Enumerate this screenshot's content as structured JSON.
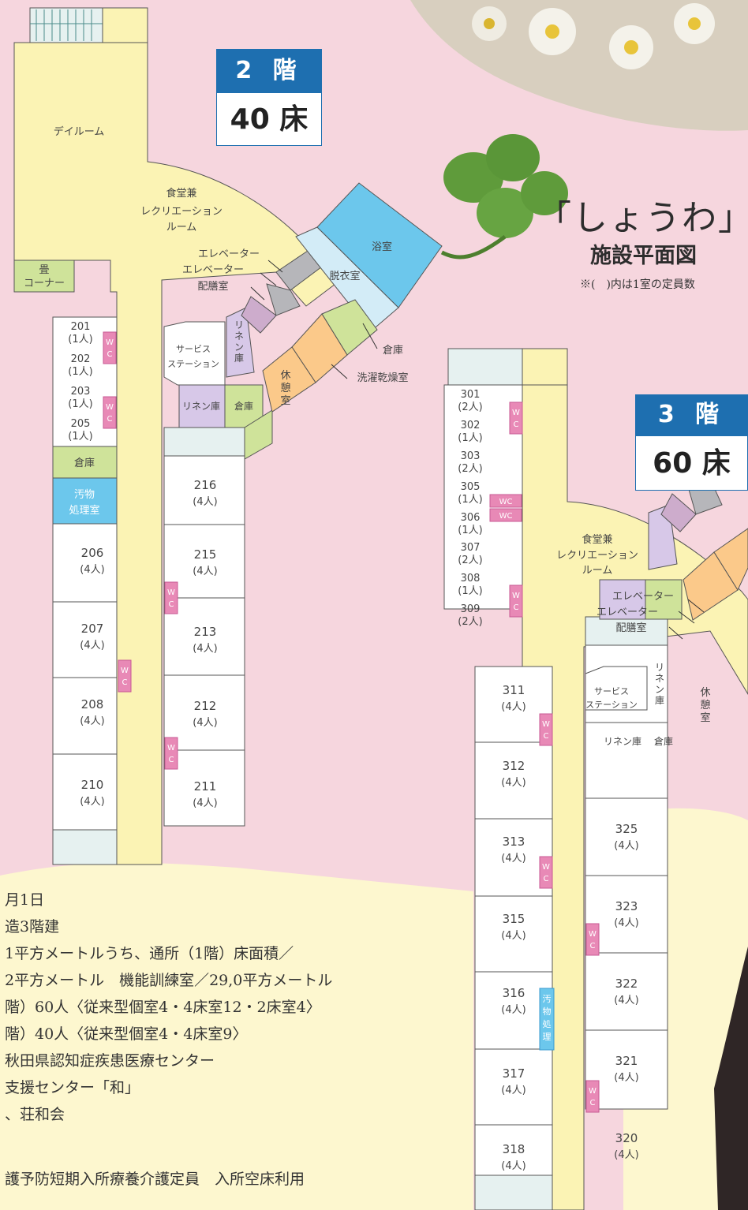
{
  "floor2": {
    "floor_label": "2 階",
    "beds_label": "40 床",
    "day_room": "デイルーム",
    "tatami": [
      "畳",
      "コーナー"
    ],
    "dining": [
      "食堂兼",
      "レクリエーション",
      "ルーム"
    ],
    "bath": "浴室",
    "dressing": "脱衣室",
    "elevator1": "エレベーター",
    "elevator2": "エレベーター",
    "pantry": "配膳室",
    "linen_v": [
      "リ",
      "ネ",
      "ン",
      "庫"
    ],
    "service": [
      "サービス",
      "ステーション"
    ],
    "linen_h": "リネン庫",
    "storage": "倉庫",
    "rest": [
      "休",
      "憩",
      "室"
    ],
    "storage_right": "倉庫",
    "laundry": "洗濯乾燥室",
    "storage_left": "倉庫",
    "soiled": [
      "汚物",
      "処理室"
    ],
    "small_rooms": [
      {
        "no": "201",
        "cap": "(1人)"
      },
      {
        "no": "202",
        "cap": "(1人)"
      },
      {
        "no": "203",
        "cap": "(1人)"
      },
      {
        "no": "205",
        "cap": "(1人)"
      }
    ],
    "left_rooms": [
      {
        "no": "206",
        "cap": "(4人)"
      },
      {
        "no": "207",
        "cap": "(4人)"
      },
      {
        "no": "208",
        "cap": "(4人)"
      },
      {
        "no": "210",
        "cap": "(4人)"
      }
    ],
    "right_rooms": [
      {
        "no": "216",
        "cap": "(4人)"
      },
      {
        "no": "215",
        "cap": "(4人)"
      },
      {
        "no": "213",
        "cap": "(4人)"
      },
      {
        "no": "212",
        "cap": "(4人)"
      },
      {
        "no": "211",
        "cap": "(4人)"
      }
    ]
  },
  "title": {
    "main": "「しょうわ」",
    "sub": "施設平面図",
    "note": "※(　)内は1室の定員数"
  },
  "floor3": {
    "floor_label": "3 階",
    "beds_label": "60 床",
    "dining": [
      "食堂兼",
      "レクリエーション",
      "ルーム"
    ],
    "elevator1": "エレベーター",
    "elevator2": "エレベーター",
    "pantry": "配膳室",
    "linen_v": [
      "リ",
      "ネ",
      "ン",
      "庫"
    ],
    "service": [
      "サービス",
      "ステーション"
    ],
    "linen_h": "リネン庫",
    "storage": "倉庫",
    "rest": [
      "休",
      "憩",
      "室"
    ],
    "soiled_v": [
      "汚",
      "物",
      "処",
      "理"
    ],
    "small_rooms": [
      {
        "no": "301",
        "cap": "(2人)"
      },
      {
        "no": "302",
        "cap": "(1人)"
      },
      {
        "no": "303",
        "cap": "(2人)"
      },
      {
        "no": "305",
        "cap": "(1人)"
      },
      {
        "no": "306",
        "cap": "(1人)"
      },
      {
        "no": "307",
        "cap": "(2人)"
      },
      {
        "no": "308",
        "cap": "(1人)"
      },
      {
        "no": "309",
        "cap": "(2人)"
      }
    ],
    "left_rooms": [
      {
        "no": "311",
        "cap": "(4人)"
      },
      {
        "no": "312",
        "cap": "(4人)"
      },
      {
        "no": "313",
        "cap": "(4人)"
      },
      {
        "no": "315",
        "cap": "(4人)"
      },
      {
        "no": "316",
        "cap": "(4人)"
      },
      {
        "no": "317",
        "cap": "(4人)"
      },
      {
        "no": "318",
        "cap": "(4人)"
      }
    ],
    "right_rooms": [
      {
        "no": "325",
        "cap": "(4人)"
      },
      {
        "no": "323",
        "cap": "(4人)"
      },
      {
        "no": "322",
        "cap": "(4人)"
      },
      {
        "no": "321",
        "cap": "(4人)"
      },
      {
        "no": "320",
        "cap": "(4人)"
      }
    ]
  },
  "wc": [
    "W",
    "C"
  ],
  "wc_h": "WC",
  "info_lines": [
    "月1日",
    "造3階建",
    "1平方メートルうち、通所（1階）床面積／",
    "2平方メートル　機能訓練室／29,0平方メートル",
    "階）60人〈従来型個室4・4床室12・2床室4〉",
    "階）40人〈従来型個室4・4床室9〉",
    "秋田県認知症疾患医療センター",
    "支援センター「和」",
    "、荘和会",
    "護予防短期入所療養介護定員　入所空床利用"
  ],
  "colors": {
    "background": "#f6d6de",
    "corridor": "#fbf3b4",
    "bath": "#6cc7ec",
    "dressing": "#d3ecf7",
    "green": "#cfe39a",
    "orange": "#fbc98a",
    "lilac": "#d7c8e8",
    "wc": "#e889b6",
    "elevator": "#b6b6ba",
    "pantry": "#cdaccc",
    "badge": "#1e6fb0"
  }
}
